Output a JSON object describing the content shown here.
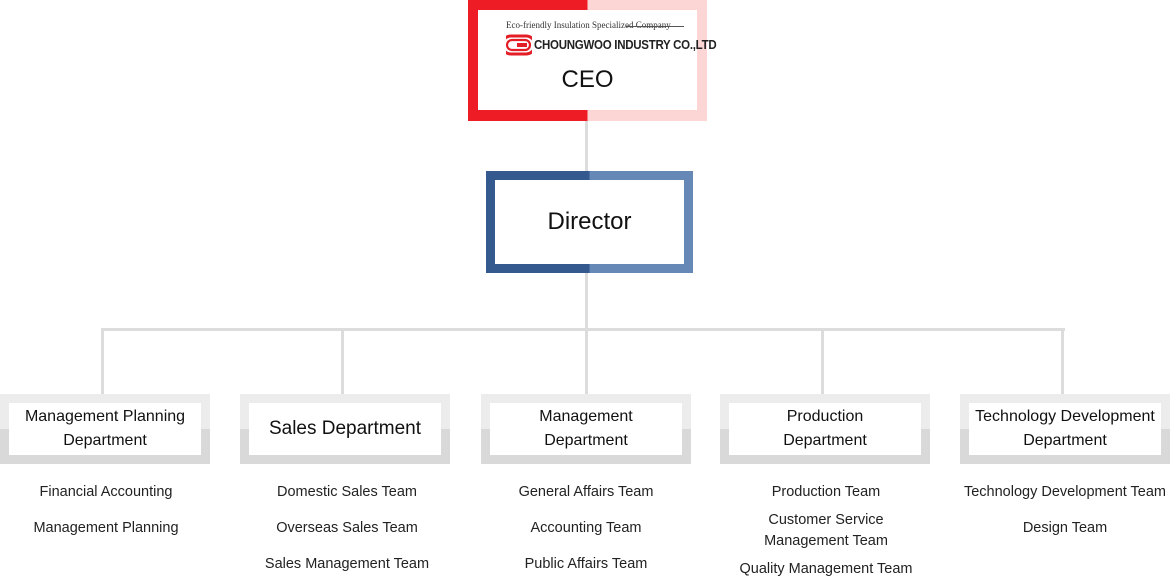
{
  "ceo": {
    "tagline": "Eco-friendly Insulation Specialized Company",
    "company": "CHOUNGWOO INDUSTRY CO.,LTD",
    "title": "CEO",
    "colors": {
      "primary": "#ee1c25",
      "secondary": "#fcd5d5"
    }
  },
  "director": {
    "title": "Director",
    "colors": {
      "primary": "#34598f",
      "secondary": "#6588b6"
    }
  },
  "departments": [
    {
      "name": "Management Planning\nDepartment",
      "teams": [
        "Financial Accounting",
        "Management Planning"
      ]
    },
    {
      "name": "Sales Department",
      "teams": [
        "Domestic Sales Team",
        "Overseas Sales Team",
        "Sales Management Team"
      ]
    },
    {
      "name": "Management\nDepartment",
      "teams": [
        "General Affairs Team",
        "Accounting Team",
        "Public Affairs Team"
      ]
    },
    {
      "name": "Production\nDepartment",
      "teams": [
        "Production Team",
        "Customer Service\nManagement Team",
        "Quality Management Team"
      ]
    },
    {
      "name": "Technology Development\nDepartment",
      "teams": [
        "Technology Development Team",
        "Design Team"
      ]
    }
  ],
  "connector_color": "#dcdcdc"
}
